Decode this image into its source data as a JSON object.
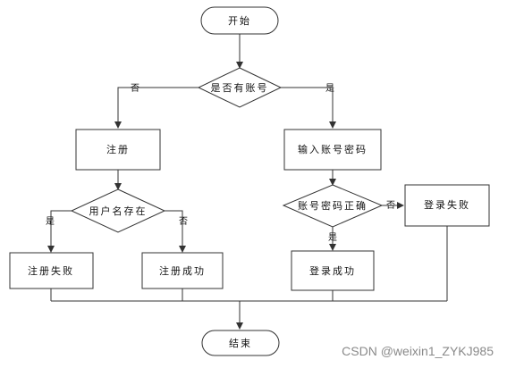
{
  "nodes": {
    "start": "开始",
    "has_account": "是否有账号",
    "register": "注册",
    "input_credentials": "输入账号密码",
    "username_exists": "用户名存在",
    "credentials_correct": "账号密码正确",
    "login_failed": "登录失败",
    "register_failed": "注册失败",
    "register_success": "注册成功",
    "login_success": "登录成功",
    "end": "结束"
  },
  "edges": {
    "has_account_no": "否",
    "has_account_yes": "是",
    "username_exists_yes": "是",
    "username_exists_no": "否",
    "credentials_correct_no": "否",
    "credentials_correct_yes": "是"
  },
  "watermark": "CSDN @weixin1_ZYKJ985",
  "colors": {
    "stroke": "#333333",
    "fill": "#ffffff",
    "watermark": "#8a8a8a"
  }
}
